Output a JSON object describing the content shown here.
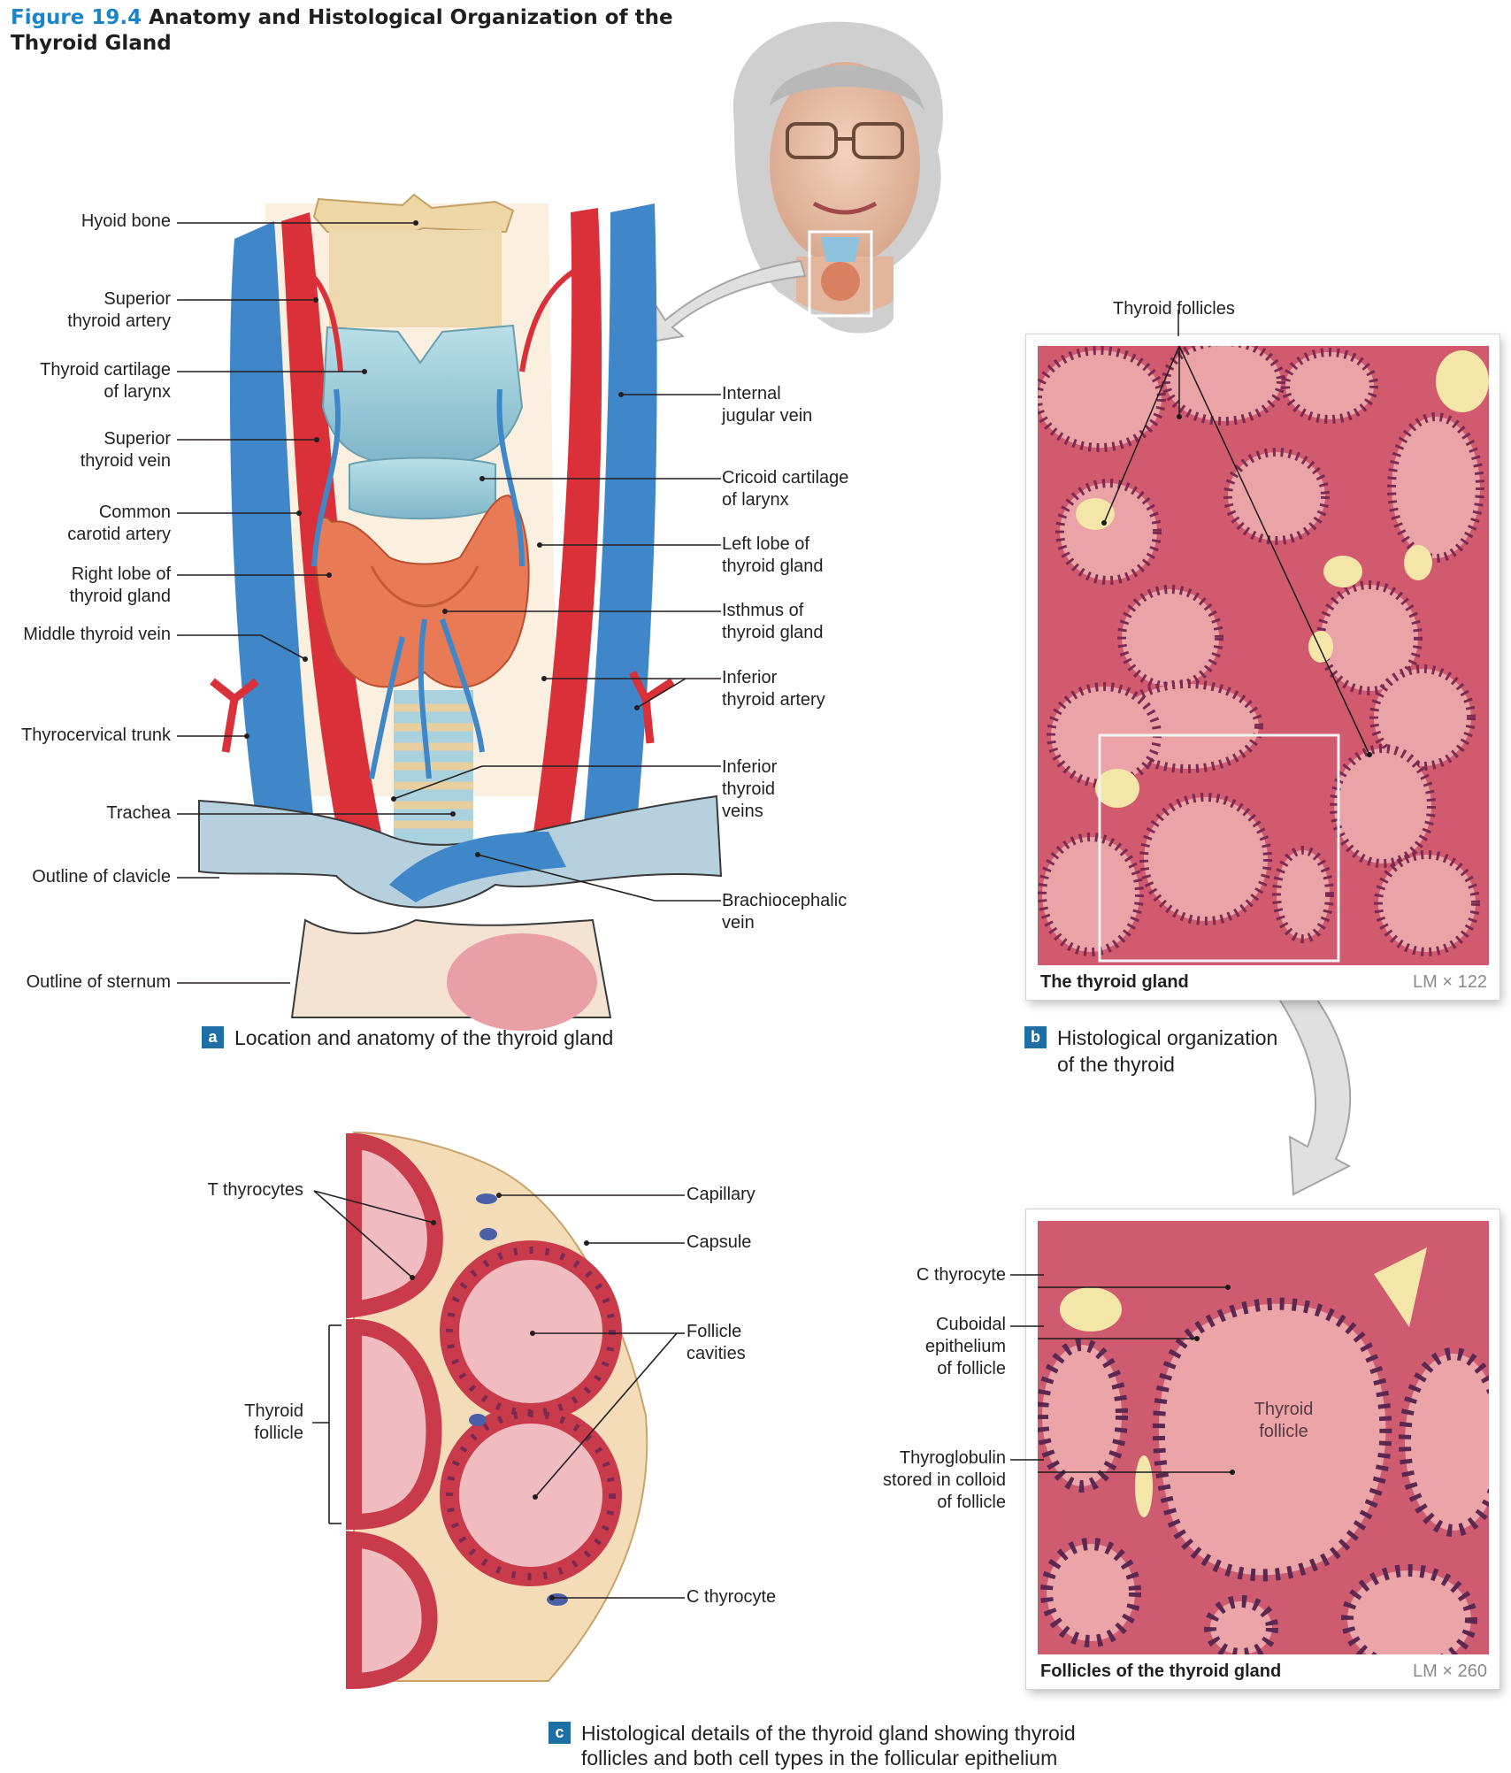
{
  "figure": {
    "number": "Figure 19.4",
    "title": "Anatomy and Histological Organization of the Thyroid Gland"
  },
  "panel_a": {
    "badge": "a",
    "caption": "Location and anatomy of the thyroid gland",
    "labels_left": [
      {
        "lines": [
          "Hyoid bone"
        ]
      },
      {
        "lines": [
          "Superior",
          "thyroid artery"
        ]
      },
      {
        "lines": [
          "Thyroid cartilage",
          "of larynx"
        ]
      },
      {
        "lines": [
          "Superior",
          "thyroid vein"
        ]
      },
      {
        "lines": [
          "Common",
          "carotid artery"
        ]
      },
      {
        "lines": [
          "Right lobe of",
          "thyroid gland"
        ]
      },
      {
        "lines": [
          "Middle thyroid vein"
        ]
      },
      {
        "lines": [
          "Thyrocervical trunk"
        ]
      },
      {
        "lines": [
          "Trachea"
        ]
      },
      {
        "lines": [
          "Outline of clavicle"
        ]
      },
      {
        "lines": [
          "Outline of sternum"
        ]
      }
    ],
    "labels_right": [
      {
        "lines": [
          "Internal",
          "jugular vein"
        ]
      },
      {
        "lines": [
          "Cricoid cartilage",
          "of larynx"
        ]
      },
      {
        "lines": [
          "Left lobe of",
          "thyroid gland"
        ]
      },
      {
        "lines": [
          "Isthmus of",
          "thyroid gland"
        ]
      },
      {
        "lines": [
          "Inferior",
          "thyroid artery"
        ]
      },
      {
        "lines": [
          "Inferior",
          "thyroid",
          "veins"
        ]
      },
      {
        "lines": [
          "Brachiocephalic",
          "vein"
        ]
      }
    ]
  },
  "panel_b": {
    "badge": "b",
    "caption_lines": [
      "Histological organization",
      "of the thyroid"
    ],
    "top_label": "Thyroid follicles",
    "micro_title": "The thyroid gland",
    "magnification": "LM × 122"
  },
  "panel_c": {
    "badge": "c",
    "caption_lines": [
      "Histological details of the thyroid gland showing thyroid",
      "follicles and both cell types in the follicular epithelium"
    ],
    "labels_left": [
      {
        "lines": [
          "T thyrocytes"
        ]
      },
      {
        "lines": [
          "Thyroid",
          "follicle"
        ]
      }
    ],
    "labels_right": [
      {
        "lines": [
          "Capillary"
        ]
      },
      {
        "lines": [
          "Capsule"
        ]
      },
      {
        "lines": [
          "Follicle",
          "cavities"
        ]
      },
      {
        "lines": [
          "C thyrocyte"
        ]
      }
    ]
  },
  "panel_d": {
    "labels_left": [
      {
        "lines": [
          "C thyrocyte"
        ]
      },
      {
        "lines": [
          "Cuboidal",
          "epithelium",
          "of follicle"
        ]
      },
      {
        "lines": [
          "Thyroglobulin",
          "stored in colloid",
          "of follicle"
        ]
      }
    ],
    "inner_label_lines": [
      "Thyroid",
      "follicle"
    ],
    "micro_title": "Follicles of the thyroid gland",
    "magnification": "LM × 260"
  },
  "colors": {
    "accent": "#1a86c9",
    "badge": "#1d6fa5",
    "artery": "#d9303a",
    "vein": "#3f87c8",
    "cartilage": "#a9d2de",
    "gland": "#e87a55",
    "tissue_pink": "#e89aa2",
    "nucleus": "#4a2a52"
  }
}
